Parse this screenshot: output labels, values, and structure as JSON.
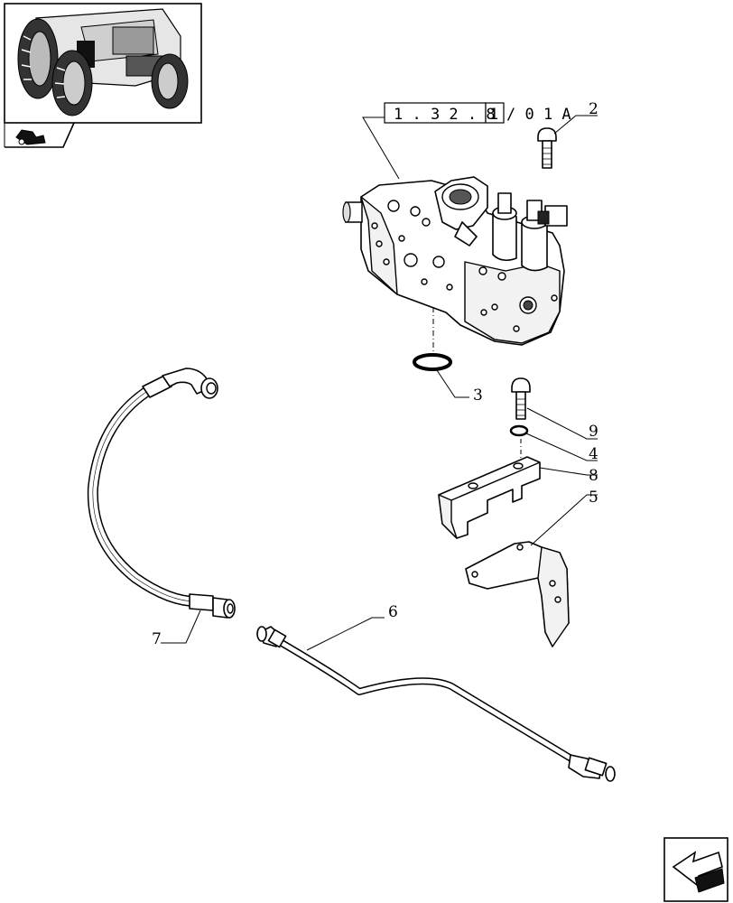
{
  "reference": {
    "group": "1 . 3 2 . 8",
    "suffix": "1",
    "variant": "/ 0 1 A"
  },
  "callouts": [
    {
      "number": "2"
    },
    {
      "number": "3"
    },
    {
      "number": "9"
    },
    {
      "number": "4"
    },
    {
      "number": "8"
    },
    {
      "number": "5"
    },
    {
      "number": "6"
    },
    {
      "number": "7"
    }
  ]
}
